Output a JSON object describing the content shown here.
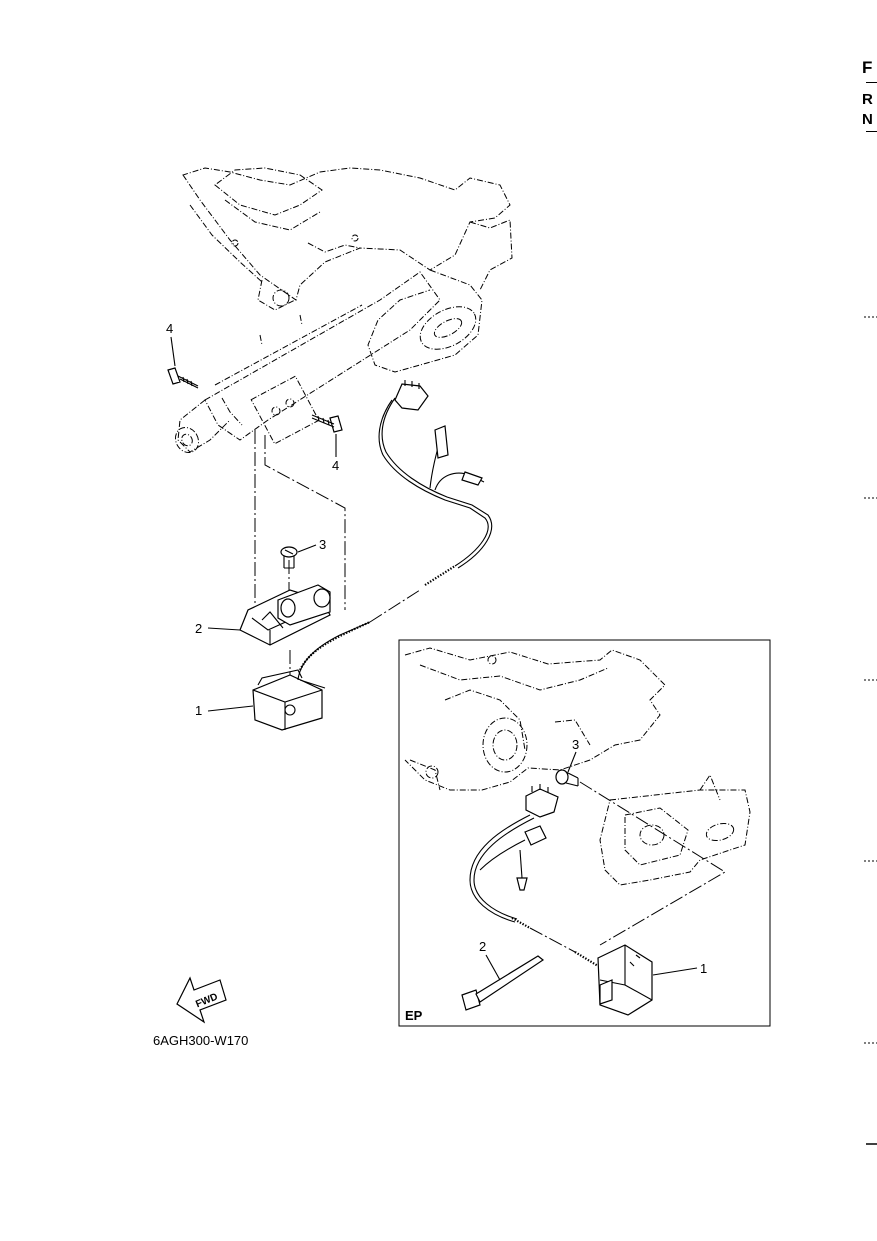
{
  "edge_tab": {
    "letters": [
      "F",
      "R",
      "N"
    ]
  },
  "main_view": {
    "callouts": [
      "1",
      "2",
      "3",
      "4",
      "4"
    ]
  },
  "inset": {
    "label": "EP",
    "callouts": [
      "1",
      "2",
      "3"
    ]
  },
  "fwd_arrow": {
    "text": "FWD"
  },
  "figure_code": "6AGH300-W170",
  "colors": {
    "ink": "#000000",
    "background": "#ffffff"
  }
}
